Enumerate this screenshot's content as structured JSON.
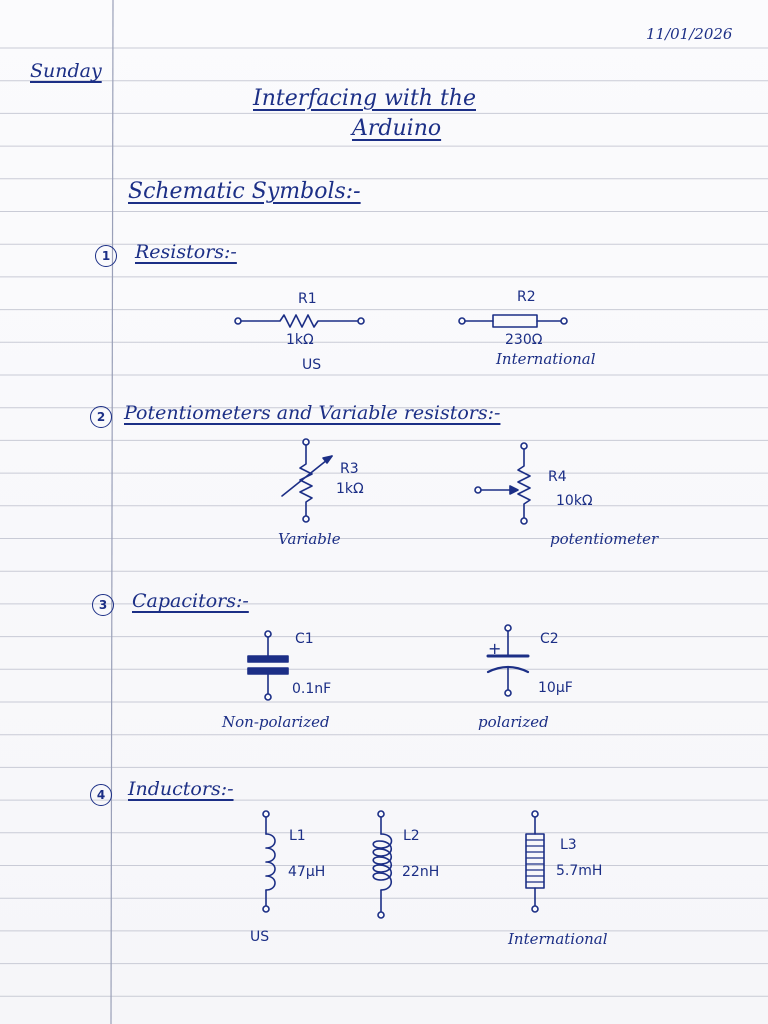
{
  "date": "11/01/2026",
  "day": "Sunday",
  "title_line1": "Interfacing with the",
  "title_line2": "Arduino",
  "subtitle": "Schematic Symbols:-",
  "sections": {
    "resistors": {
      "num": "1",
      "heading": "Resistors:-",
      "r1": {
        "name": "R1",
        "value": "1kΩ",
        "caption": "US"
      },
      "r2": {
        "name": "R2",
        "value": "230Ω",
        "caption": "International"
      }
    },
    "potentiometers": {
      "num": "2",
      "heading": "Potentiometers and Variable resistors:-",
      "r3": {
        "name": "R3",
        "value": "1kΩ",
        "caption": "Variable"
      },
      "r4": {
        "name": "R4",
        "value": "10kΩ",
        "caption": "potentiometer"
      }
    },
    "capacitors": {
      "num": "3",
      "heading": "Capacitors:-",
      "c1": {
        "name": "C1",
        "value": "0.1nF",
        "caption": "Non-polarized"
      },
      "c2": {
        "name": "C2",
        "value": "10μF",
        "caption": "polarized",
        "plus": "+"
      }
    },
    "inductors": {
      "num": "4",
      "heading": "Inductors:-",
      "l1": {
        "name": "L1",
        "value": "47μH"
      },
      "l2": {
        "name": "L2",
        "value": "22nH"
      },
      "l3": {
        "name": "L3",
        "value": "5.7mH"
      },
      "caption_us": "US",
      "caption_intl": "International"
    }
  },
  "colors": {
    "ink": "#1c2f86",
    "rule": "#c9cbd6",
    "margin": "#9aa0b8",
    "paper": "#f8f8fb"
  }
}
